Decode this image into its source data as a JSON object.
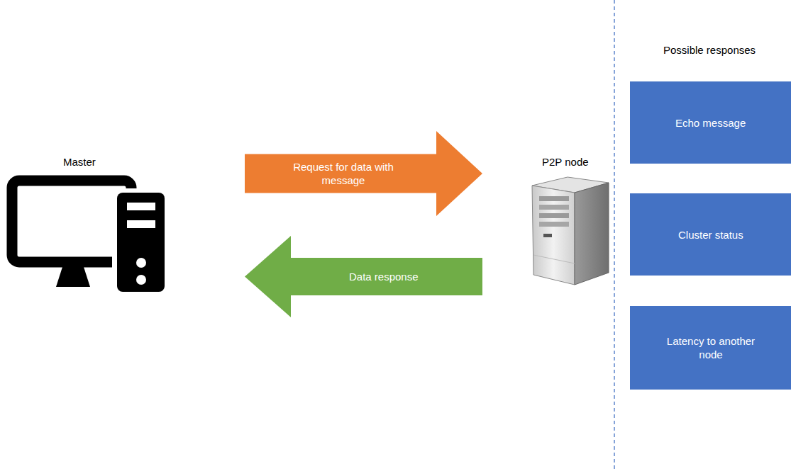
{
  "diagram": {
    "nodes": [
      {
        "text": [
          "Request for data with message"
        ]
      },
      {
        "text": [
          "Data response"
        ]
      },
      {
        "text": [
          "Echo message"
        ]
      },
      {
        "text": [
          "Cluster status"
        ]
      },
      {
        "text": [
          "Latency to another node"
        ]
      }
    ],
    "labels": [
      "Master",
      "P2P node",
      "Possible responses"
    ]
  }
}
